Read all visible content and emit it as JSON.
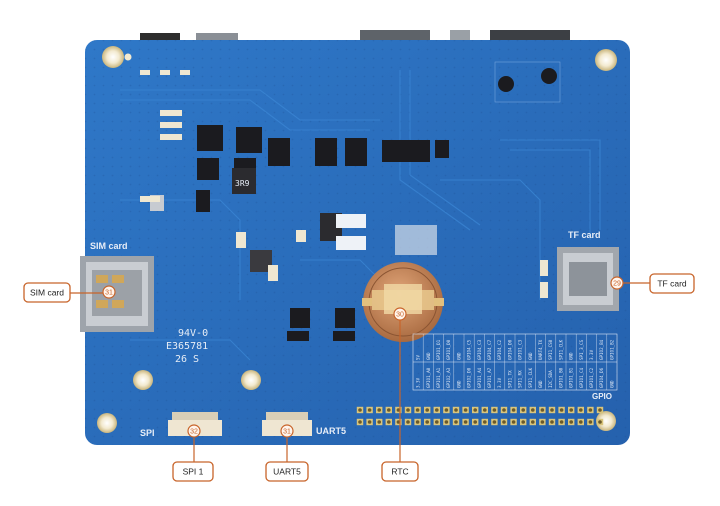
{
  "board": {
    "silkscreen": {
      "sim_card": "SIM card",
      "tf_card": "TF card",
      "spi": "SPI",
      "uart5": "UART5",
      "gpio": "GPIO",
      "ul_mark": "94V-0",
      "serial": "E365781",
      "date_code": "26 S",
      "chip_code": "3R9"
    },
    "gpio_header_labels": [
      [
        "5V",
        "GND",
        "GPIO1_D1",
        "GPIO1_D0",
        "GND",
        "GPIO4_C5",
        "GPIO4_C3",
        "GPIO4_C7",
        "GPIO4_C2",
        "GPIO4_D0",
        "GPIO1_C3",
        "GND",
        "UART4_TX",
        "SPI1_CS0",
        "SPI1_CLK",
        "GND",
        "SPI_3_CS",
        "3.3V",
        "GPIO2_B4",
        "GPIO1_B2"
      ],
      [
        "3.3V",
        "GPIO1_A0",
        "GPIO1_A1",
        "GPIO2_A3",
        "GND",
        "GPIO2_D0",
        "GPIO1_A4",
        "GPIO1_A7",
        "3.3V",
        "SPI1_TX",
        "SPI1_RX",
        "SPI1_CLK",
        "GND",
        "I2C_SDA",
        "GPIO1_B0",
        "GPIO1_B1",
        "GPIO1_C4",
        "GPIO1_C2",
        "GPIO4_D6",
        "GND"
      ]
    ]
  },
  "callouts": [
    {
      "id": "sim",
      "label": "SIM card",
      "number": "31"
    },
    {
      "id": "tf",
      "label": "TF card",
      "number": "29"
    },
    {
      "id": "spi1",
      "label": "SPI 1",
      "number": "32"
    },
    {
      "id": "uart5",
      "label": "UART5",
      "number": "31"
    },
    {
      "id": "rtc",
      "label": "RTC",
      "number": "30"
    }
  ],
  "colors": {
    "pcb": "#2a6fbe",
    "pcb_dark": "#1f5aa3",
    "accent": "#c8642a",
    "battery": "#c88858",
    "mounting_hole": "#e8d9a8"
  }
}
